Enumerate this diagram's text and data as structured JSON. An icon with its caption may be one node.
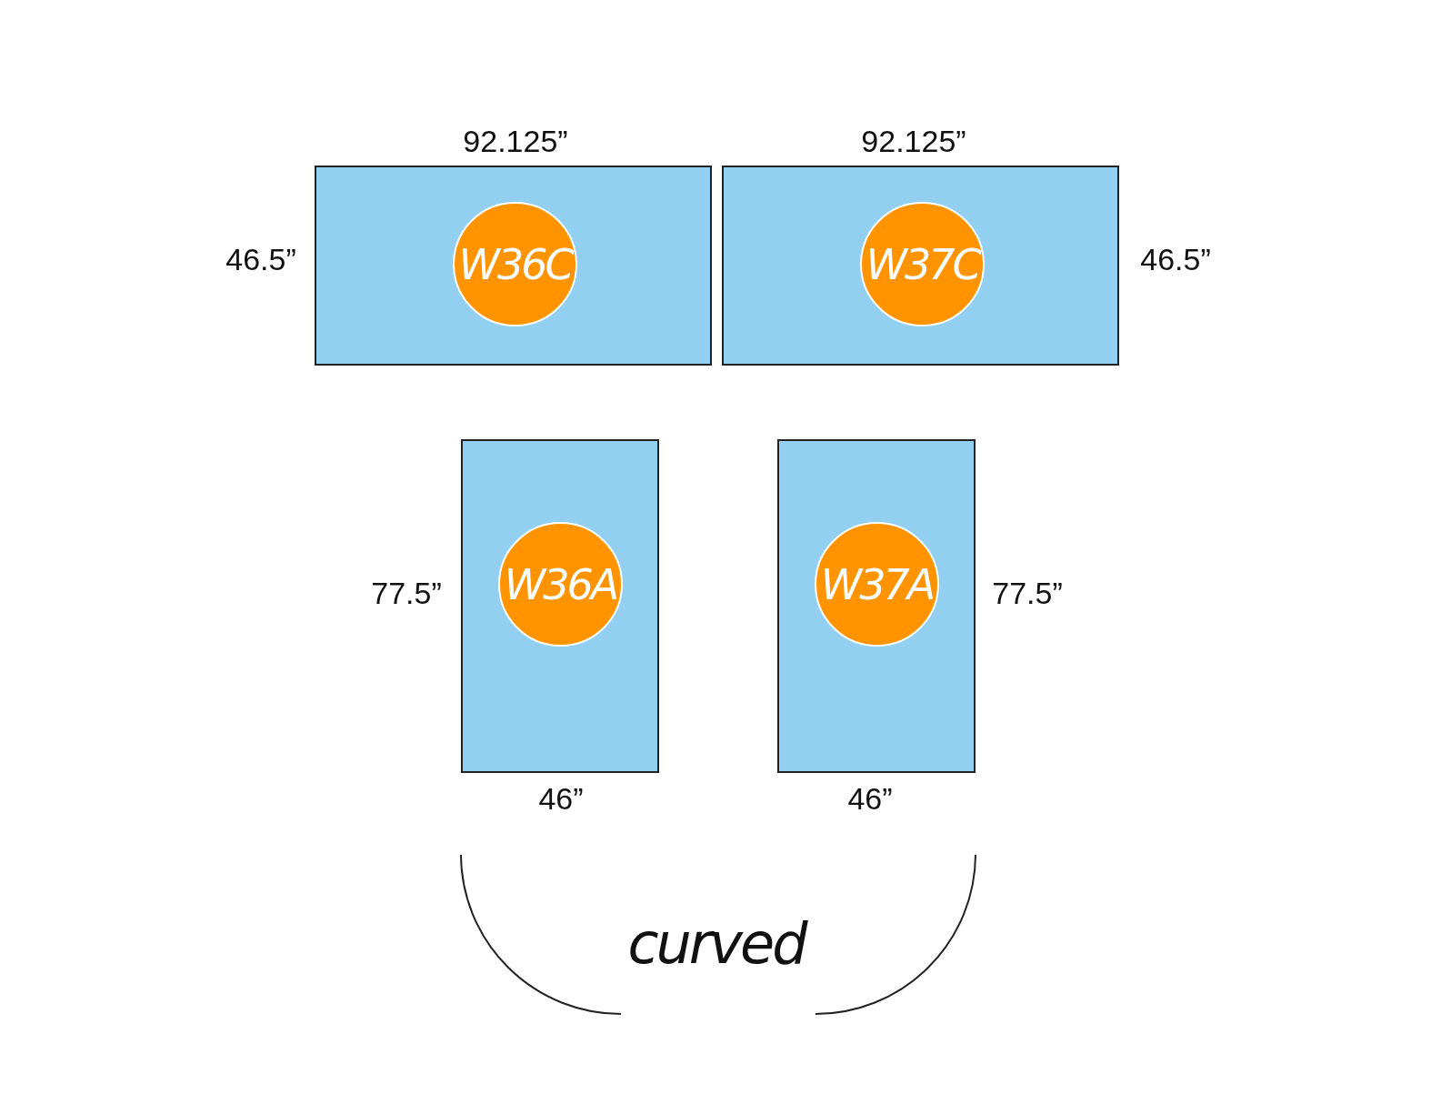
{
  "diagram": {
    "nodes": [
      {
        "text": [],
        "shape": "box"
      },
      {
        "text": [
          "W36C"
        ],
        "in": 0
      },
      {
        "text": [],
        "shape": "box"
      },
      {
        "text": [
          "W37C"
        ],
        "in": 2
      },
      {
        "text": [],
        "shape": "box"
      },
      {
        "text": [
          "W36A"
        ],
        "in": 4
      },
      {
        "text": [],
        "shape": "box"
      },
      {
        "text": [
          "W37A"
        ],
        "in": 6
      }
    ],
    "edges": [],
    "labels": [
      "92.125”",
      "92.125”",
      "46.5”",
      "46.5”",
      "77.5”",
      "77.5”",
      "46”",
      "46”",
      "curved"
    ]
  }
}
